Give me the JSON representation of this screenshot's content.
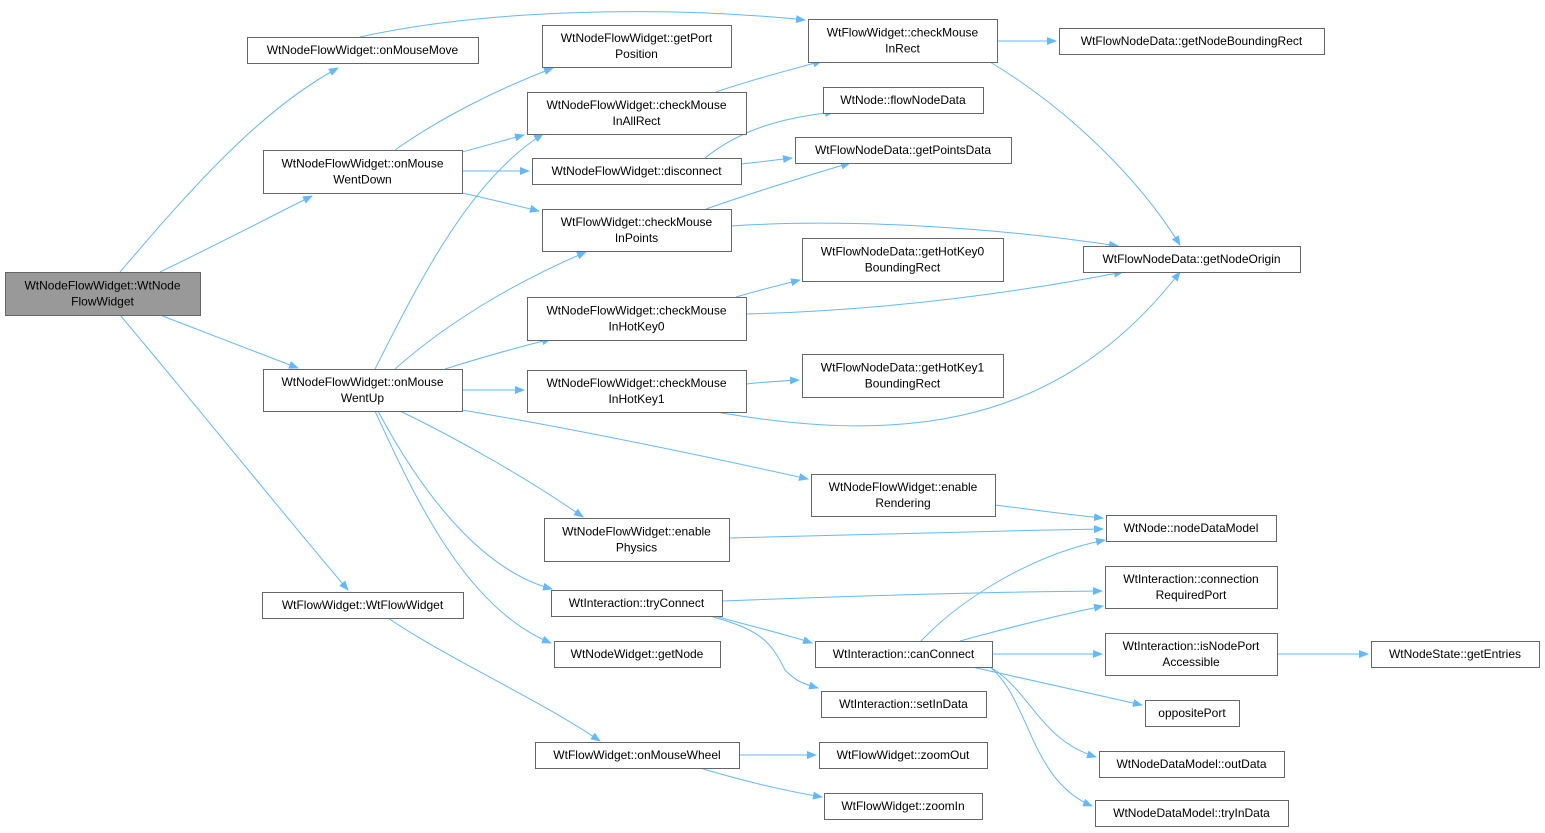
{
  "diagram": {
    "root_node": "WtNodeFlowWidget::WtNodeFlowWidget",
    "nodes": [
      {
        "id": "root",
        "lines": [
          "WtNodeFlowWidget::WtNode",
          "FlowWidget"
        ]
      },
      {
        "id": "onMouseMove",
        "lines": [
          "WtNodeFlowWidget::onMouseMove"
        ]
      },
      {
        "id": "onMouseWentDown",
        "lines": [
          "WtNodeFlowWidget::onMouse",
          "WentDown"
        ]
      },
      {
        "id": "onMouseWentUp",
        "lines": [
          "WtNodeFlowWidget::onMouse",
          "WentUp"
        ]
      },
      {
        "id": "WtFlowWidgetCtor",
        "lines": [
          "WtFlowWidget::WtFlowWidget"
        ]
      },
      {
        "id": "getPortPosition",
        "lines": [
          "WtNodeFlowWidget::getPort",
          "Position"
        ]
      },
      {
        "id": "checkMouseInAllRect",
        "lines": [
          "WtNodeFlowWidget::checkMouse",
          "InAllRect"
        ]
      },
      {
        "id": "disconnect",
        "lines": [
          "WtNodeFlowWidget::disconnect"
        ]
      },
      {
        "id": "checkMouseInPoints",
        "lines": [
          "WtFlowWidget::checkMouse",
          "InPoints"
        ]
      },
      {
        "id": "checkMouseInHotKey0",
        "lines": [
          "WtNodeFlowWidget::checkMouse",
          "InHotKey0"
        ]
      },
      {
        "id": "checkMouseInHotKey1",
        "lines": [
          "WtNodeFlowWidget::checkMouse",
          "InHotKey1"
        ]
      },
      {
        "id": "enableRendering",
        "lines": [
          "WtNodeFlowWidget::enable",
          "Rendering"
        ]
      },
      {
        "id": "enablePhysics",
        "lines": [
          "WtNodeFlowWidget::enable",
          "Physics"
        ]
      },
      {
        "id": "tryConnect",
        "lines": [
          "WtInteraction::tryConnect"
        ]
      },
      {
        "id": "getNode",
        "lines": [
          "WtNodeWidget::getNode"
        ]
      },
      {
        "id": "onMouseWheel",
        "lines": [
          "WtFlowWidget::onMouseWheel"
        ]
      },
      {
        "id": "checkMouseInRect",
        "lines": [
          "WtFlowWidget::checkMouse",
          "InRect"
        ]
      },
      {
        "id": "flowNodeData",
        "lines": [
          "WtNode::flowNodeData"
        ]
      },
      {
        "id": "getPointsData",
        "lines": [
          "WtFlowNodeData::getPointsData"
        ]
      },
      {
        "id": "getHotKey0BoundingRect",
        "lines": [
          "WtFlowNodeData::getHotKey0",
          "BoundingRect"
        ]
      },
      {
        "id": "getHotKey1BoundingRect",
        "lines": [
          "WtFlowNodeData::getHotKey1",
          "BoundingRect"
        ]
      },
      {
        "id": "canConnect",
        "lines": [
          "WtInteraction::canConnect"
        ]
      },
      {
        "id": "setInData",
        "lines": [
          "WtInteraction::setInData"
        ]
      },
      {
        "id": "zoomOut",
        "lines": [
          "WtFlowWidget::zoomOut"
        ]
      },
      {
        "id": "zoomIn",
        "lines": [
          "WtFlowWidget::zoomIn"
        ]
      },
      {
        "id": "getNodeBoundingRect",
        "lines": [
          "WtFlowNodeData::getNodeBoundingRect"
        ]
      },
      {
        "id": "getNodeOrigin",
        "lines": [
          "WtFlowNodeData::getNodeOrigin"
        ]
      },
      {
        "id": "nodeDataModel",
        "lines": [
          "WtNode::nodeDataModel"
        ]
      },
      {
        "id": "connectionRequiredPort",
        "lines": [
          "WtInteraction::connection",
          "RequiredPort"
        ]
      },
      {
        "id": "isNodePortAccessible",
        "lines": [
          "WtInteraction::isNodePort",
          "Accessible"
        ]
      },
      {
        "id": "oppositePort",
        "lines": [
          "oppositePort"
        ]
      },
      {
        "id": "outData",
        "lines": [
          "WtNodeDataModel::outData"
        ]
      },
      {
        "id": "tryInData",
        "lines": [
          "WtNodeDataModel::tryInData"
        ]
      },
      {
        "id": "getEntries",
        "lines": [
          "WtNodeState::getEntries"
        ]
      }
    ],
    "edges": [
      {
        "from": "root",
        "to": "onMouseMove"
      },
      {
        "from": "root",
        "to": "onMouseWentDown"
      },
      {
        "from": "root",
        "to": "onMouseWentUp"
      },
      {
        "from": "root",
        "to": "WtFlowWidgetCtor"
      },
      {
        "from": "onMouseMove",
        "to": "checkMouseInRect"
      },
      {
        "from": "onMouseWentDown",
        "to": "getPortPosition"
      },
      {
        "from": "onMouseWentDown",
        "to": "checkMouseInAllRect"
      },
      {
        "from": "onMouseWentDown",
        "to": "disconnect"
      },
      {
        "from": "onMouseWentDown",
        "to": "checkMouseInPoints"
      },
      {
        "from": "onMouseWentUp",
        "to": "checkMouseInAllRect"
      },
      {
        "from": "onMouseWentUp",
        "to": "checkMouseInPoints"
      },
      {
        "from": "onMouseWentUp",
        "to": "checkMouseInHotKey0"
      },
      {
        "from": "onMouseWentUp",
        "to": "checkMouseInHotKey1"
      },
      {
        "from": "onMouseWentUp",
        "to": "enableRendering"
      },
      {
        "from": "onMouseWentUp",
        "to": "enablePhysics"
      },
      {
        "from": "onMouseWentUp",
        "to": "tryConnect"
      },
      {
        "from": "onMouseWentUp",
        "to": "getNode"
      },
      {
        "from": "WtFlowWidgetCtor",
        "to": "onMouseWheel"
      },
      {
        "from": "checkMouseInAllRect",
        "to": "checkMouseInRect"
      },
      {
        "from": "checkMouseInRect",
        "to": "getNodeBoundingRect"
      },
      {
        "from": "checkMouseInRect",
        "to": "getNodeOrigin"
      },
      {
        "from": "disconnect",
        "to": "flowNodeData"
      },
      {
        "from": "disconnect",
        "to": "getPointsData"
      },
      {
        "from": "checkMouseInPoints",
        "to": "getPointsData"
      },
      {
        "from": "checkMouseInPoints",
        "to": "getNodeOrigin"
      },
      {
        "from": "checkMouseInHotKey0",
        "to": "getHotKey0BoundingRect"
      },
      {
        "from": "checkMouseInHotKey0",
        "to": "getNodeOrigin"
      },
      {
        "from": "checkMouseInHotKey1",
        "to": "getHotKey1BoundingRect"
      },
      {
        "from": "checkMouseInHotKey1",
        "to": "getNodeOrigin"
      },
      {
        "from": "enableRendering",
        "to": "nodeDataModel"
      },
      {
        "from": "enablePhysics",
        "to": "nodeDataModel"
      },
      {
        "from": "tryConnect",
        "to": "connectionRequiredPort"
      },
      {
        "from": "tryConnect",
        "to": "canConnect"
      },
      {
        "from": "tryConnect",
        "to": "setInData"
      },
      {
        "from": "canConnect",
        "to": "nodeDataModel"
      },
      {
        "from": "canConnect",
        "to": "connectionRequiredPort"
      },
      {
        "from": "canConnect",
        "to": "isNodePortAccessible"
      },
      {
        "from": "canConnect",
        "to": "oppositePort"
      },
      {
        "from": "canConnect",
        "to": "outData"
      },
      {
        "from": "canConnect",
        "to": "tryInData"
      },
      {
        "from": "isNodePortAccessible",
        "to": "getEntries"
      },
      {
        "from": "onMouseWheel",
        "to": "zoomOut"
      },
      {
        "from": "onMouseWheel",
        "to": "zoomIn"
      }
    ],
    "colors": {
      "edge": "#63b8ff",
      "node_border": "#666666",
      "root_fill": "#999999",
      "node_fill": "#ffffff"
    }
  }
}
